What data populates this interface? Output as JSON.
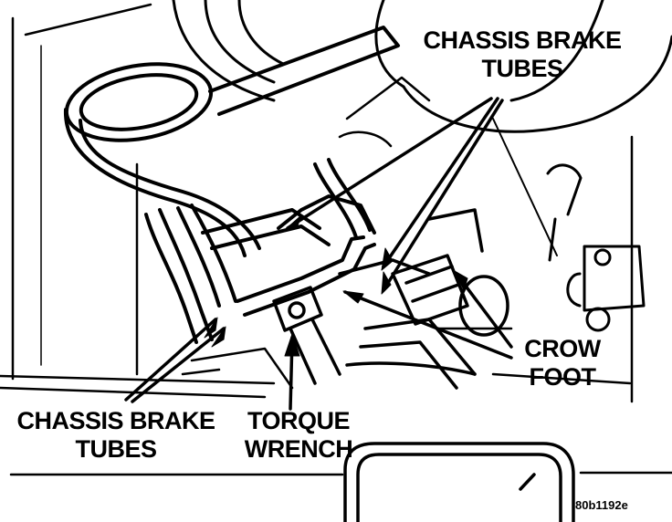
{
  "labels": {
    "top": {
      "line1": "CHASSIS BRAKE",
      "line2": "TUBES"
    },
    "crow_foot": {
      "line1": "CROW",
      "line2": "FOOT"
    },
    "bottom_left": {
      "line1": "CHASSIS BRAKE",
      "line2": "TUBES"
    },
    "torque_wrench": {
      "line1": "TORQUE",
      "line2": "WRENCH"
    }
  },
  "figure_id": "80b1192e"
}
